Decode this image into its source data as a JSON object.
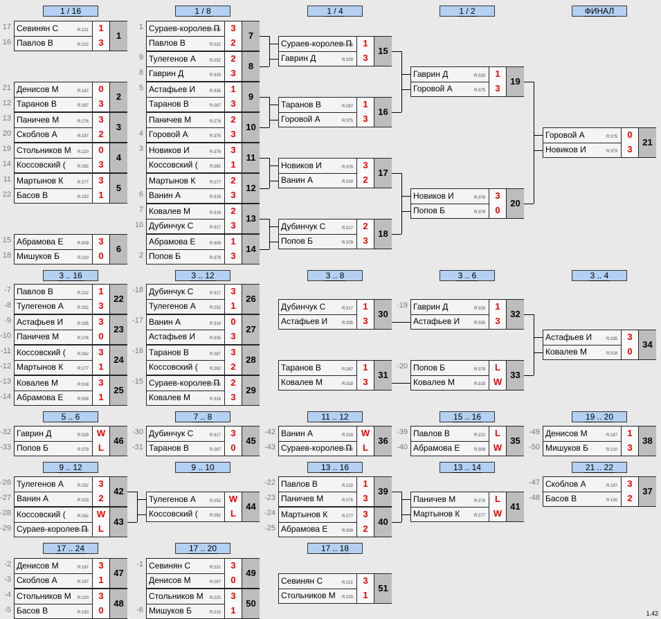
{
  "version": "1.42",
  "headers": [
    "1 / 16",
    "1 / 8",
    "1 / 4",
    "1 / 2",
    "ФИНАЛ",
    "3 .. 16",
    "3 .. 12",
    "3 .. 8",
    "3 .. 6",
    "3 .. 4",
    "5 .. 6",
    "7 .. 8",
    "11 .. 12",
    "15 .. 16",
    "19 .. 20",
    "9 .. 12",
    "9 .. 10",
    "13 .. 16",
    "13 .. 14",
    "21 .. 22",
    "17 .. 24",
    "17 .. 20",
    "17 .. 18"
  ],
  "matches": [
    {
      "n": "1",
      "s1": "17",
      "s2": "16",
      "p1": "Севинян С",
      "p2": "Павлов В",
      "r1": "R:221",
      "r2": "R:222",
      "c1": "1",
      "c2": "3"
    },
    {
      "n": "2",
      "s1": "21",
      "s2": "12",
      "p1": "Денисов М",
      "p2": "Таранов В",
      "r1": "R:187",
      "r2": "R:287",
      "c1": "0",
      "c2": "3"
    },
    {
      "n": "3",
      "s1": "13",
      "s2": "20",
      "p1": "Паничев М",
      "p2": "Скоблов А",
      "r1": "R:276",
      "r2": "R:197",
      "c1": "3",
      "c2": "2"
    },
    {
      "n": "4",
      "s1": "19",
      "s2": "14",
      "p1": "Стольников М",
      "p2": "Коссовский (",
      "r1": "R:220",
      "r2": "R:262",
      "c1": "0",
      "c2": "3"
    },
    {
      "n": "5",
      "s1": "11",
      "s2": "22",
      "p1": "Мартынов К",
      "p2": "Басов В",
      "r1": "R:277",
      "r2": "R:150",
      "c1": "3",
      "c2": "1"
    },
    {
      "n": "6",
      "s1": "15",
      "s2": "18",
      "p1": "Абрамова Е",
      "p2": "Мишуков Б",
      "r1": "R:309",
      "r2": "R:210",
      "c1": "3",
      "c2": "0"
    },
    {
      "n": "7",
      "s1": "1",
      "s2": "",
      "p1": "Сураев-королев П",
      "p2": "Павлов В",
      "r1": "R:398",
      "r2": "R:222",
      "c1": "3",
      "c2": "2"
    },
    {
      "n": "8",
      "s1": "9",
      "s2": "8",
      "p1": "Тулегенов А",
      "p2": "Гаврин Д",
      "r1": "R:252",
      "r2": "R:329",
      "c1": "2",
      "c2": "3"
    },
    {
      "n": "9",
      "s1": "5",
      "s2": "",
      "p1": "Астафьев И",
      "p2": "Таранов В",
      "r1": "R:335",
      "r2": "R:287",
      "c1": "1",
      "c2": "3"
    },
    {
      "n": "10",
      "s1": "",
      "s2": "4",
      "p1": "Паничев М",
      "p2": "Горовой А",
      "r1": "R:276",
      "r2": "R:375",
      "c1": "2",
      "c2": "3"
    },
    {
      "n": "11",
      "s1": "3",
      "s2": "",
      "p1": "Новиков И",
      "p2": "Коссовский (",
      "r1": "R:379",
      "r2": "R:262",
      "c1": "3",
      "c2": "1"
    },
    {
      "n": "12",
      "s1": "",
      "s2": "6",
      "p1": "Мартынов К",
      "p2": "Ванин А",
      "r1": "R:277",
      "r2": "R:319",
      "c1": "2",
      "c2": "3"
    },
    {
      "n": "13",
      "s1": "7",
      "s2": "10",
      "p1": "Ковалев М",
      "p2": "Дубинчук С",
      "r1": "R:318",
      "r2": "R:317",
      "c1": "2",
      "c2": "3"
    },
    {
      "n": "14",
      "s1": "",
      "s2": "2",
      "p1": "Абрамова Е",
      "p2": "Попов Б",
      "r1": "R:309",
      "r2": "R:379",
      "c1": "1",
      "c2": "3"
    },
    {
      "n": "15",
      "s1": "",
      "s2": "",
      "p1": "Сураев-королев П",
      "p2": "Гаврин Д",
      "r1": "R:398",
      "r2": "R:329",
      "c1": "1",
      "c2": "3"
    },
    {
      "n": "16",
      "s1": "",
      "s2": "",
      "p1": "Таранов В",
      "p2": "Горовой А",
      "r1": "R:287",
      "r2": "R:375",
      "c1": "1",
      "c2": "3"
    },
    {
      "n": "17",
      "s1": "",
      "s2": "",
      "p1": "Новиков И",
      "p2": "Ванин А",
      "r1": "R:379",
      "r2": "R:319",
      "c1": "3",
      "c2": "2"
    },
    {
      "n": "18",
      "s1": "",
      "s2": "",
      "p1": "Дубинчук С",
      "p2": "Попов Б",
      "r1": "R:317",
      "r2": "R:379",
      "c1": "2",
      "c2": "3"
    },
    {
      "n": "19",
      "s1": "",
      "s2": "",
      "p1": "Гаврин Д",
      "p2": "Горовой А",
      "r1": "R:329",
      "r2": "R:375",
      "c1": "1",
      "c2": "3"
    },
    {
      "n": "20",
      "s1": "",
      "s2": "",
      "p1": "Новиков И",
      "p2": "Попов Б",
      "r1": "R:379",
      "r2": "R:379",
      "c1": "3",
      "c2": "0"
    },
    {
      "n": "21",
      "s1": "",
      "s2": "",
      "p1": "Горовой А",
      "p2": "Новиков И",
      "r1": "R:375",
      "r2": "R:379",
      "c1": "0",
      "c2": "3"
    },
    {
      "n": "22",
      "s1": "-7",
      "s2": "-8",
      "p1": "Павлов В",
      "p2": "Тулегенов А",
      "r1": "R:222",
      "r2": "R:252",
      "c1": "1",
      "c2": "3"
    },
    {
      "n": "23",
      "s1": "-9",
      "s2": "-10",
      "p1": "Астафьев И",
      "p2": "Паничев М",
      "r1": "R:335",
      "r2": "R:276",
      "c1": "3",
      "c2": "0"
    },
    {
      "n": "24",
      "s1": "-11",
      "s2": "-12",
      "p1": "Коссовский (",
      "p2": "Мартынов К",
      "r1": "R:262",
      "r2": "R:277",
      "c1": "3",
      "c2": "1"
    },
    {
      "n": "25",
      "s1": "-13",
      "s2": "-14",
      "p1": "Ковалев М",
      "p2": "Абрамова Е",
      "r1": "R:318",
      "r2": "R:309",
      "c1": "3",
      "c2": "1"
    },
    {
      "n": "26",
      "s1": "-18",
      "s2": "",
      "p1": "Дубинчук С",
      "p2": "Тулегенов А",
      "r1": "R:317",
      "r2": "R:252",
      "c1": "3",
      "c2": "1"
    },
    {
      "n": "27",
      "s1": "-17",
      "s2": "",
      "p1": "Ванин А",
      "p2": "Астафьев И",
      "r1": "R:319",
      "r2": "R:335",
      "c1": "0",
      "c2": "3"
    },
    {
      "n": "28",
      "s1": "-16",
      "s2": "",
      "p1": "Таранов В",
      "p2": "Коссовский (",
      "r1": "R:287",
      "r2": "R:262",
      "c1": "3",
      "c2": "2"
    },
    {
      "n": "29",
      "s1": "-15",
      "s2": "",
      "p1": "Сураев-королев П",
      "p2": "Ковалев М",
      "r1": "R:398",
      "r2": "R:318",
      "c1": "2",
      "c2": "3"
    },
    {
      "n": "30",
      "s1": "",
      "s2": "",
      "p1": "Дубинчук С",
      "p2": "Астафьев И",
      "r1": "R:317",
      "r2": "R:335",
      "c1": "1",
      "c2": "3"
    },
    {
      "n": "31",
      "s1": "",
      "s2": "",
      "p1": "Таранов В",
      "p2": "Ковалев М",
      "r1": "R:287",
      "r2": "R:318",
      "c1": "1",
      "c2": "3"
    },
    {
      "n": "32",
      "s1": "-19",
      "s2": "",
      "p1": "Гаврин Д",
      "p2": "Астафьев И",
      "r1": "R:329",
      "r2": "R:335",
      "c1": "1",
      "c2": "3"
    },
    {
      "n": "33",
      "s1": "-20",
      "s2": "",
      "p1": "Попов Б",
      "p2": "Ковалев М",
      "r1": "R:379",
      "r2": "R:318",
      "c1": "L",
      "c2": "W"
    },
    {
      "n": "34",
      "s1": "",
      "s2": "",
      "p1": "Астафьев И",
      "p2": "Ковалев М",
      "r1": "R:335",
      "r2": "R:318",
      "c1": "3",
      "c2": "0"
    },
    {
      "n": "46",
      "s1": "-32",
      "s2": "-33",
      "p1": "Гаврин Д",
      "p2": "Попов Б",
      "r1": "R:329",
      "r2": "R:379",
      "c1": "W",
      "c2": "L"
    },
    {
      "n": "45",
      "s1": "-30",
      "s2": "-31",
      "p1": "Дубинчук С",
      "p2": "Таранов В",
      "r1": "R:317",
      "r2": "R:287",
      "c1": "3",
      "c2": "0"
    },
    {
      "n": "36",
      "s1": "-42",
      "s2": "-43",
      "p1": "Ванин А",
      "p2": "Сураев-королев П",
      "r1": "R:319",
      "r2": "R:398",
      "c1": "W",
      "c2": "L"
    },
    {
      "n": "35",
      "s1": "-39",
      "s2": "-40",
      "p1": "Павлов В",
      "p2": "Абрамова Е",
      "r1": "R:222",
      "r2": "R:309",
      "c1": "L",
      "c2": "W"
    },
    {
      "n": "38",
      "s1": "-49",
      "s2": "-50",
      "p1": "Денисов М",
      "p2": "Мишуков Б",
      "r1": "R:187",
      "r2": "R:210",
      "c1": "1",
      "c2": "3"
    },
    {
      "n": "42",
      "s1": "-26",
      "s2": "-27",
      "p1": "Тулегенов А",
      "p2": "Ванин А",
      "r1": "R:252",
      "r2": "R:319",
      "c1": "3",
      "c2": "2"
    },
    {
      "n": "43",
      "s1": "-28",
      "s2": "-29",
      "p1": "Коссовский (",
      "p2": "Сураев-королев П",
      "r1": "R:262",
      "r2": "R:398",
      "c1": "W",
      "c2": "L"
    },
    {
      "n": "44",
      "s1": "",
      "s2": "",
      "p1": "Тулегенов А",
      "p2": "Коссовский (",
      "r1": "R:252",
      "r2": "R:262",
      "c1": "W",
      "c2": "L"
    },
    {
      "n": "39",
      "s1": "-22",
      "s2": "-23",
      "p1": "Павлов В",
      "p2": "Паничев М",
      "r1": "R:222",
      "r2": "R:276",
      "c1": "1",
      "c2": "3"
    },
    {
      "n": "40",
      "s1": "-24",
      "s2": "-25",
      "p1": "Мартынов К",
      "p2": "Абрамова Е",
      "r1": "R:277",
      "r2": "R:309",
      "c1": "3",
      "c2": "2"
    },
    {
      "n": "41",
      "s1": "",
      "s2": "",
      "p1": "Паничев М",
      "p2": "Мартынов К",
      "r1": "R:276",
      "r2": "R:277",
      "c1": "L",
      "c2": "W"
    },
    {
      "n": "37",
      "s1": "-47",
      "s2": "-48",
      "p1": "Скоблов А",
      "p2": "Басов В",
      "r1": "R:197",
      "r2": "R:150",
      "c1": "3",
      "c2": "2"
    },
    {
      "n": "47",
      "s1": "-2",
      "s2": "-3",
      "p1": "Денисов М",
      "p2": "Скоблов А",
      "r1": "R:187",
      "r2": "R:197",
      "c1": "3",
      "c2": "1"
    },
    {
      "n": "48",
      "s1": "-4",
      "s2": "-5",
      "p1": "Стольников М",
      "p2": "Басов В",
      "r1": "R:220",
      "r2": "R:150",
      "c1": "3",
      "c2": "0"
    },
    {
      "n": "49",
      "s1": "-1",
      "s2": "",
      "p1": "Севинян С",
      "p2": "Денисов М",
      "r1": "R:221",
      "r2": "R:187",
      "c1": "3",
      "c2": "0"
    },
    {
      "n": "50",
      "s1": "",
      "s2": "-6",
      "p1": "Стольников М",
      "p2": "Мишуков Б",
      "r1": "R:220",
      "r2": "R:210",
      "c1": "3",
      "c2": "1"
    },
    {
      "n": "51",
      "s1": "",
      "s2": "",
      "p1": "Севинян С",
      "p2": "Стольников М",
      "r1": "R:221",
      "r2": "R:220",
      "c1": "3",
      "c2": "1"
    }
  ]
}
